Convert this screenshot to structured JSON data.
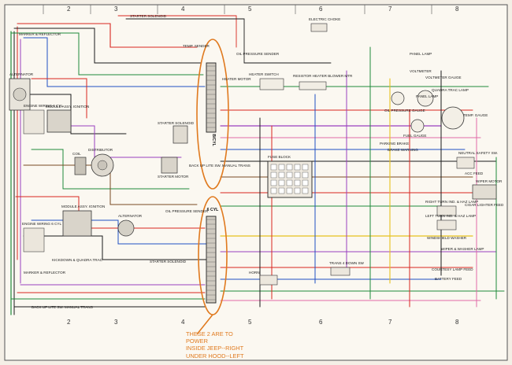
{
  "grid_columns": [
    "2",
    "3",
    "4",
    "5",
    "6",
    "7",
    "8"
  ],
  "grid_columns_bottom": [
    "2",
    "3",
    "4",
    "5",
    "6",
    "7",
    "8"
  ],
  "connector_labels": [
    "B/CYL",
    "6 CYL"
  ],
  "left_labels": [
    "MARKER & REFLECTOR",
    "ALTERNATOR",
    "ENGINE WIRING 6 CYL",
    "MODULE ASSY. IGNITION",
    "DISTRIBUTOR",
    "COIL",
    "STARTER SOLENOID",
    "MODULE ASSY. IGNITION",
    "ALTERNATOR",
    "ENGINE WIRING 6 CYL",
    "KICKDOWN & QUADRA TRAC",
    "MARKER & REFLECTOR",
    "BACK UP LITE SW. MANUAL TRANS"
  ],
  "center_labels": [
    "STARTER SOLENOID",
    "HEATER SWITCH",
    "RESISTOR HEATER BLOWER MTR",
    "ELECTRIC CHOKE",
    "OIL PRESSURE SENDER",
    "TEMP. SENDER",
    "HEATER MOTOR",
    "STARTER MOTOR",
    "BACK UP LITE SW. MANUAL TRANS",
    "OIL PRESSURE SENDER",
    "HORN",
    "STARTER SOLENOID",
    "TRANS 4 DOWN SW",
    "FUSE BLOCK"
  ],
  "right_labels": [
    "PANEL LAMP",
    "VOLTMETER",
    "VOLTMETER GAUGE",
    "PANEL LAMP",
    "QUADRA TRAC LAMP",
    "OIL PRESSURE GAUGE",
    "TEMP. GAUGE",
    "FUEL GAUGE",
    "PARKING BRAKE",
    "BRAKE WARNING",
    "NEUTRAL SAFETY SW.",
    "ACC FEED",
    "WIPER MOTOR",
    "CIGAR LIGHTER FEED",
    "RIGHT TURN IND. & HAZ LAMP",
    "LEFT TURN IND. & HAZ LAMP",
    "WINDSHIELD WASHER",
    "WIPER & WASHER LAMP",
    "COURTESY LAMP FEED",
    "BATTERY FEED"
  ],
  "annotation": [
    "THESE 2 ARE TO",
    "POWER",
    "INSIDE JEEP--RIGHT",
    "UNDER HOOD--LEFT"
  ],
  "colors": {
    "annotation": "#e07a1f",
    "wire_red": "#d8261f",
    "wire_green": "#1f8a3a",
    "wire_blue": "#1f4fc4",
    "wire_purple": "#9a3fbf",
    "wire_yellow": "#e6c21d",
    "wire_black": "#1a1a1a",
    "wire_brown": "#7a4a22",
    "wire_pink": "#e06aa8",
    "wire_orange": "#ef8a1e"
  }
}
